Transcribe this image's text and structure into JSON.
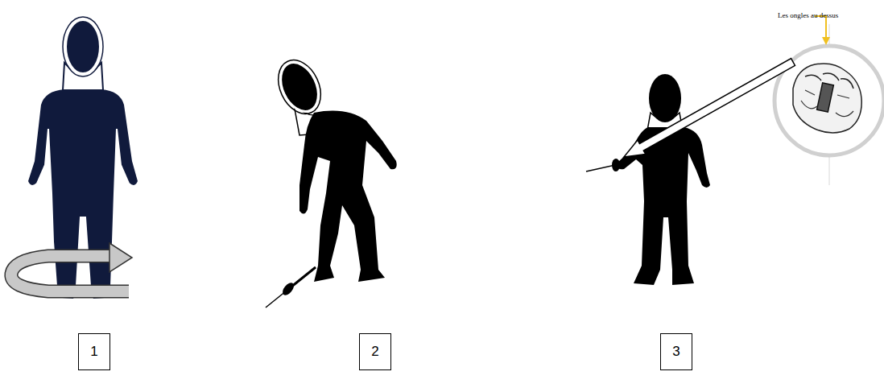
{
  "diagram": {
    "nodes": [
      {
        "text": [
          "1"
        ]
      },
      {
        "text": [
          "2"
        ]
      },
      {
        "text": [
          "3"
        ]
      }
    ],
    "labels": [
      "Les ongles au dessus"
    ]
  }
}
